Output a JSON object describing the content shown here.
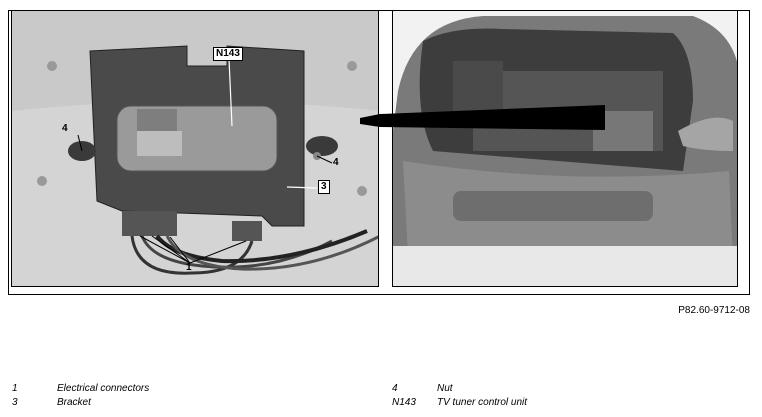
{
  "figure": {
    "callouts": {
      "n143": "N143",
      "four_a": "4",
      "four_b": "4",
      "three": "3",
      "one": "1"
    },
    "figure_id": "P82.60-9712-08"
  },
  "legend": {
    "left": [
      {
        "num": "1",
        "text": "Electrical connectors"
      },
      {
        "num": "3",
        "text": "Bracket"
      }
    ],
    "right": [
      {
        "num": "4",
        "text": "Nut"
      },
      {
        "num": "N143",
        "text": "TV tuner control unit"
      }
    ]
  }
}
